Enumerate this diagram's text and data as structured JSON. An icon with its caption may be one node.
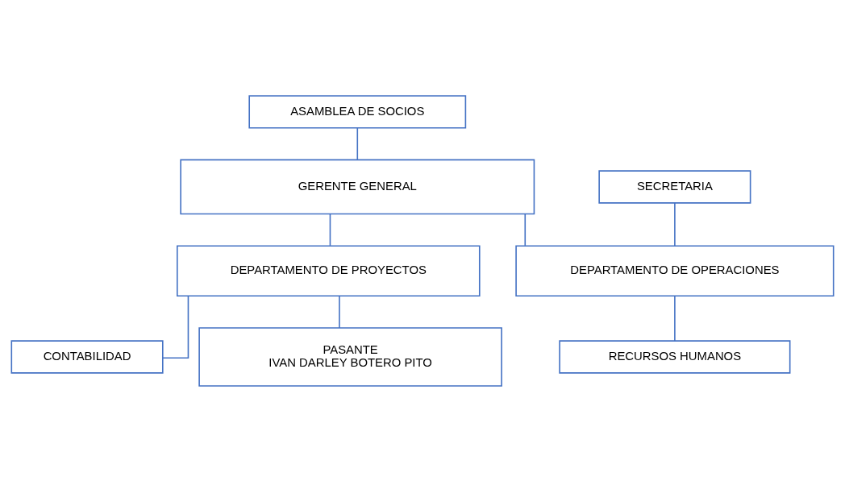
{
  "diagram": {
    "nodes": [
      {
        "text": [
          "ASAMBLEA DE SOCIOS"
        ]
      },
      {
        "text": [
          "GERENTE GENERAL"
        ]
      },
      {
        "text": [
          "SECRETARIA"
        ]
      },
      {
        "text": [
          "DEPARTAMENTO DE PROYECTOS"
        ]
      },
      {
        "text": [
          "DEPARTAMENTO DE OPERACIONES"
        ]
      },
      {
        "text": [
          "CONTABILIDAD"
        ]
      },
      {
        "text": [
          "RECURSOS HUMANOS"
        ]
      },
      {
        "text": [
          "PASANTE",
          "IVAN DARLEY BOTERO PITO"
        ]
      }
    ],
    "edges": [
      {
        "from": 0,
        "to": 1,
        "arrow": "none"
      },
      {
        "from": 1,
        "to": 3,
        "arrow": "none"
      },
      {
        "from": 1,
        "to": 4,
        "arrow": "none"
      },
      {
        "from": 2,
        "to": 4,
        "arrow": "none"
      },
      {
        "from": 3,
        "to": 5,
        "arrow": "none"
      },
      {
        "from": 3,
        "to": 7,
        "arrow": "none"
      },
      {
        "from": 4,
        "to": 6,
        "arrow": "none"
      }
    ]
  }
}
